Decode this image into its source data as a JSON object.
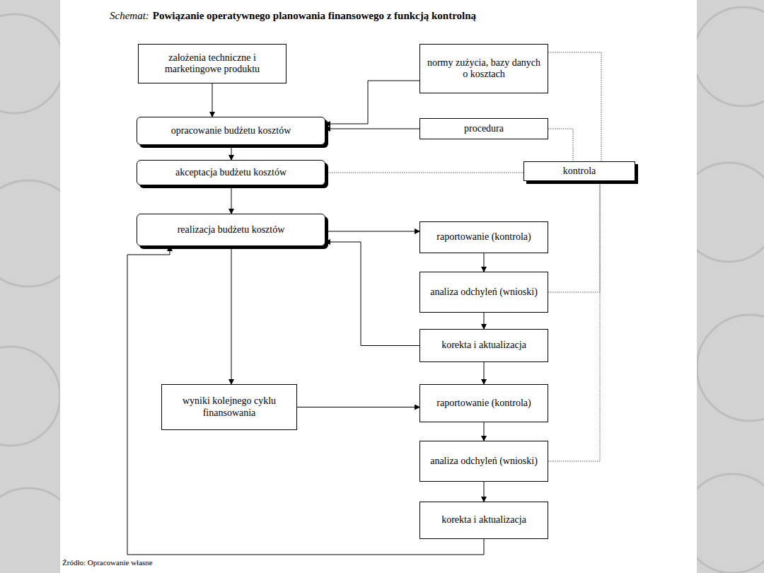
{
  "diagram": {
    "title": "Powiązanie operatywnego planowania finansowego z funkcją kontrolną",
    "caption": "Źródło: Opracowanie własne",
    "nodes": [
      {
        "text": [
          "założenia techniczne i marketingowe produktu"
        ]
      },
      {
        "text": [
          "normy zużycia, bazy danych o kosztach"
        ]
      },
      {
        "text": [
          "opracowanie budżetu kosztów"
        ]
      },
      {
        "text": [
          "procedura"
        ]
      },
      {
        "text": [
          "akceptacja budżetu kosztów"
        ]
      },
      {
        "text": [
          "kontrola"
        ]
      },
      {
        "text": [
          "realizacja budżetu kosztów"
        ]
      },
      {
        "text": [
          "raportowanie (kontrola)"
        ]
      },
      {
        "text": [
          "analiza odchyleń (wnioski)"
        ]
      },
      {
        "text": [
          "korekta i aktualizacja"
        ]
      },
      {
        "text": [
          "wyniki kolejnego cyklu finansowania"
        ]
      },
      {
        "text": [
          "raportowanie (kontrola)"
        ]
      },
      {
        "text": [
          "analiza odchyleń (wnioski)"
        ]
      },
      {
        "text": [
          "korekta i aktualizacja"
        ]
      }
    ],
    "edges": [
      {
        "from": 0,
        "to": 2,
        "arrow": "to"
      },
      {
        "from": 1,
        "to": 2,
        "arrow": "to"
      },
      {
        "from": 3,
        "to": 2,
        "arrow": "to"
      },
      {
        "from": 2,
        "to": 4,
        "arrow": "to"
      },
      {
        "from": 4,
        "to": 6,
        "arrow": "to"
      },
      {
        "from": 6,
        "to": 7,
        "arrow": "to"
      },
      {
        "from": 7,
        "to": 8,
        "arrow": "to"
      },
      {
        "from": 8,
        "to": 9,
        "arrow": "to"
      },
      {
        "from": 9,
        "to": 6,
        "arrow": "to"
      },
      {
        "from": 6,
        "to": 10,
        "arrow": "to"
      },
      {
        "from": 10,
        "to": 11,
        "arrow": "to"
      },
      {
        "from": 9,
        "to": 11,
        "arrow": "to"
      },
      {
        "from": 11,
        "to": 12,
        "arrow": "to"
      },
      {
        "from": 12,
        "to": 13,
        "arrow": "to"
      },
      {
        "from": 13,
        "to": 6,
        "arrow": "to"
      },
      {
        "from": 1,
        "to": 5,
        "arrow": "none"
      },
      {
        "from": 3,
        "to": 5,
        "arrow": "none"
      },
      {
        "from": 4,
        "to": 5,
        "arrow": "none"
      },
      {
        "from": 8,
        "to": 5,
        "arrow": "none"
      },
      {
        "from": 12,
        "to": 5,
        "arrow": "none"
      }
    ],
    "labels": [
      "Schemat:"
    ]
  }
}
